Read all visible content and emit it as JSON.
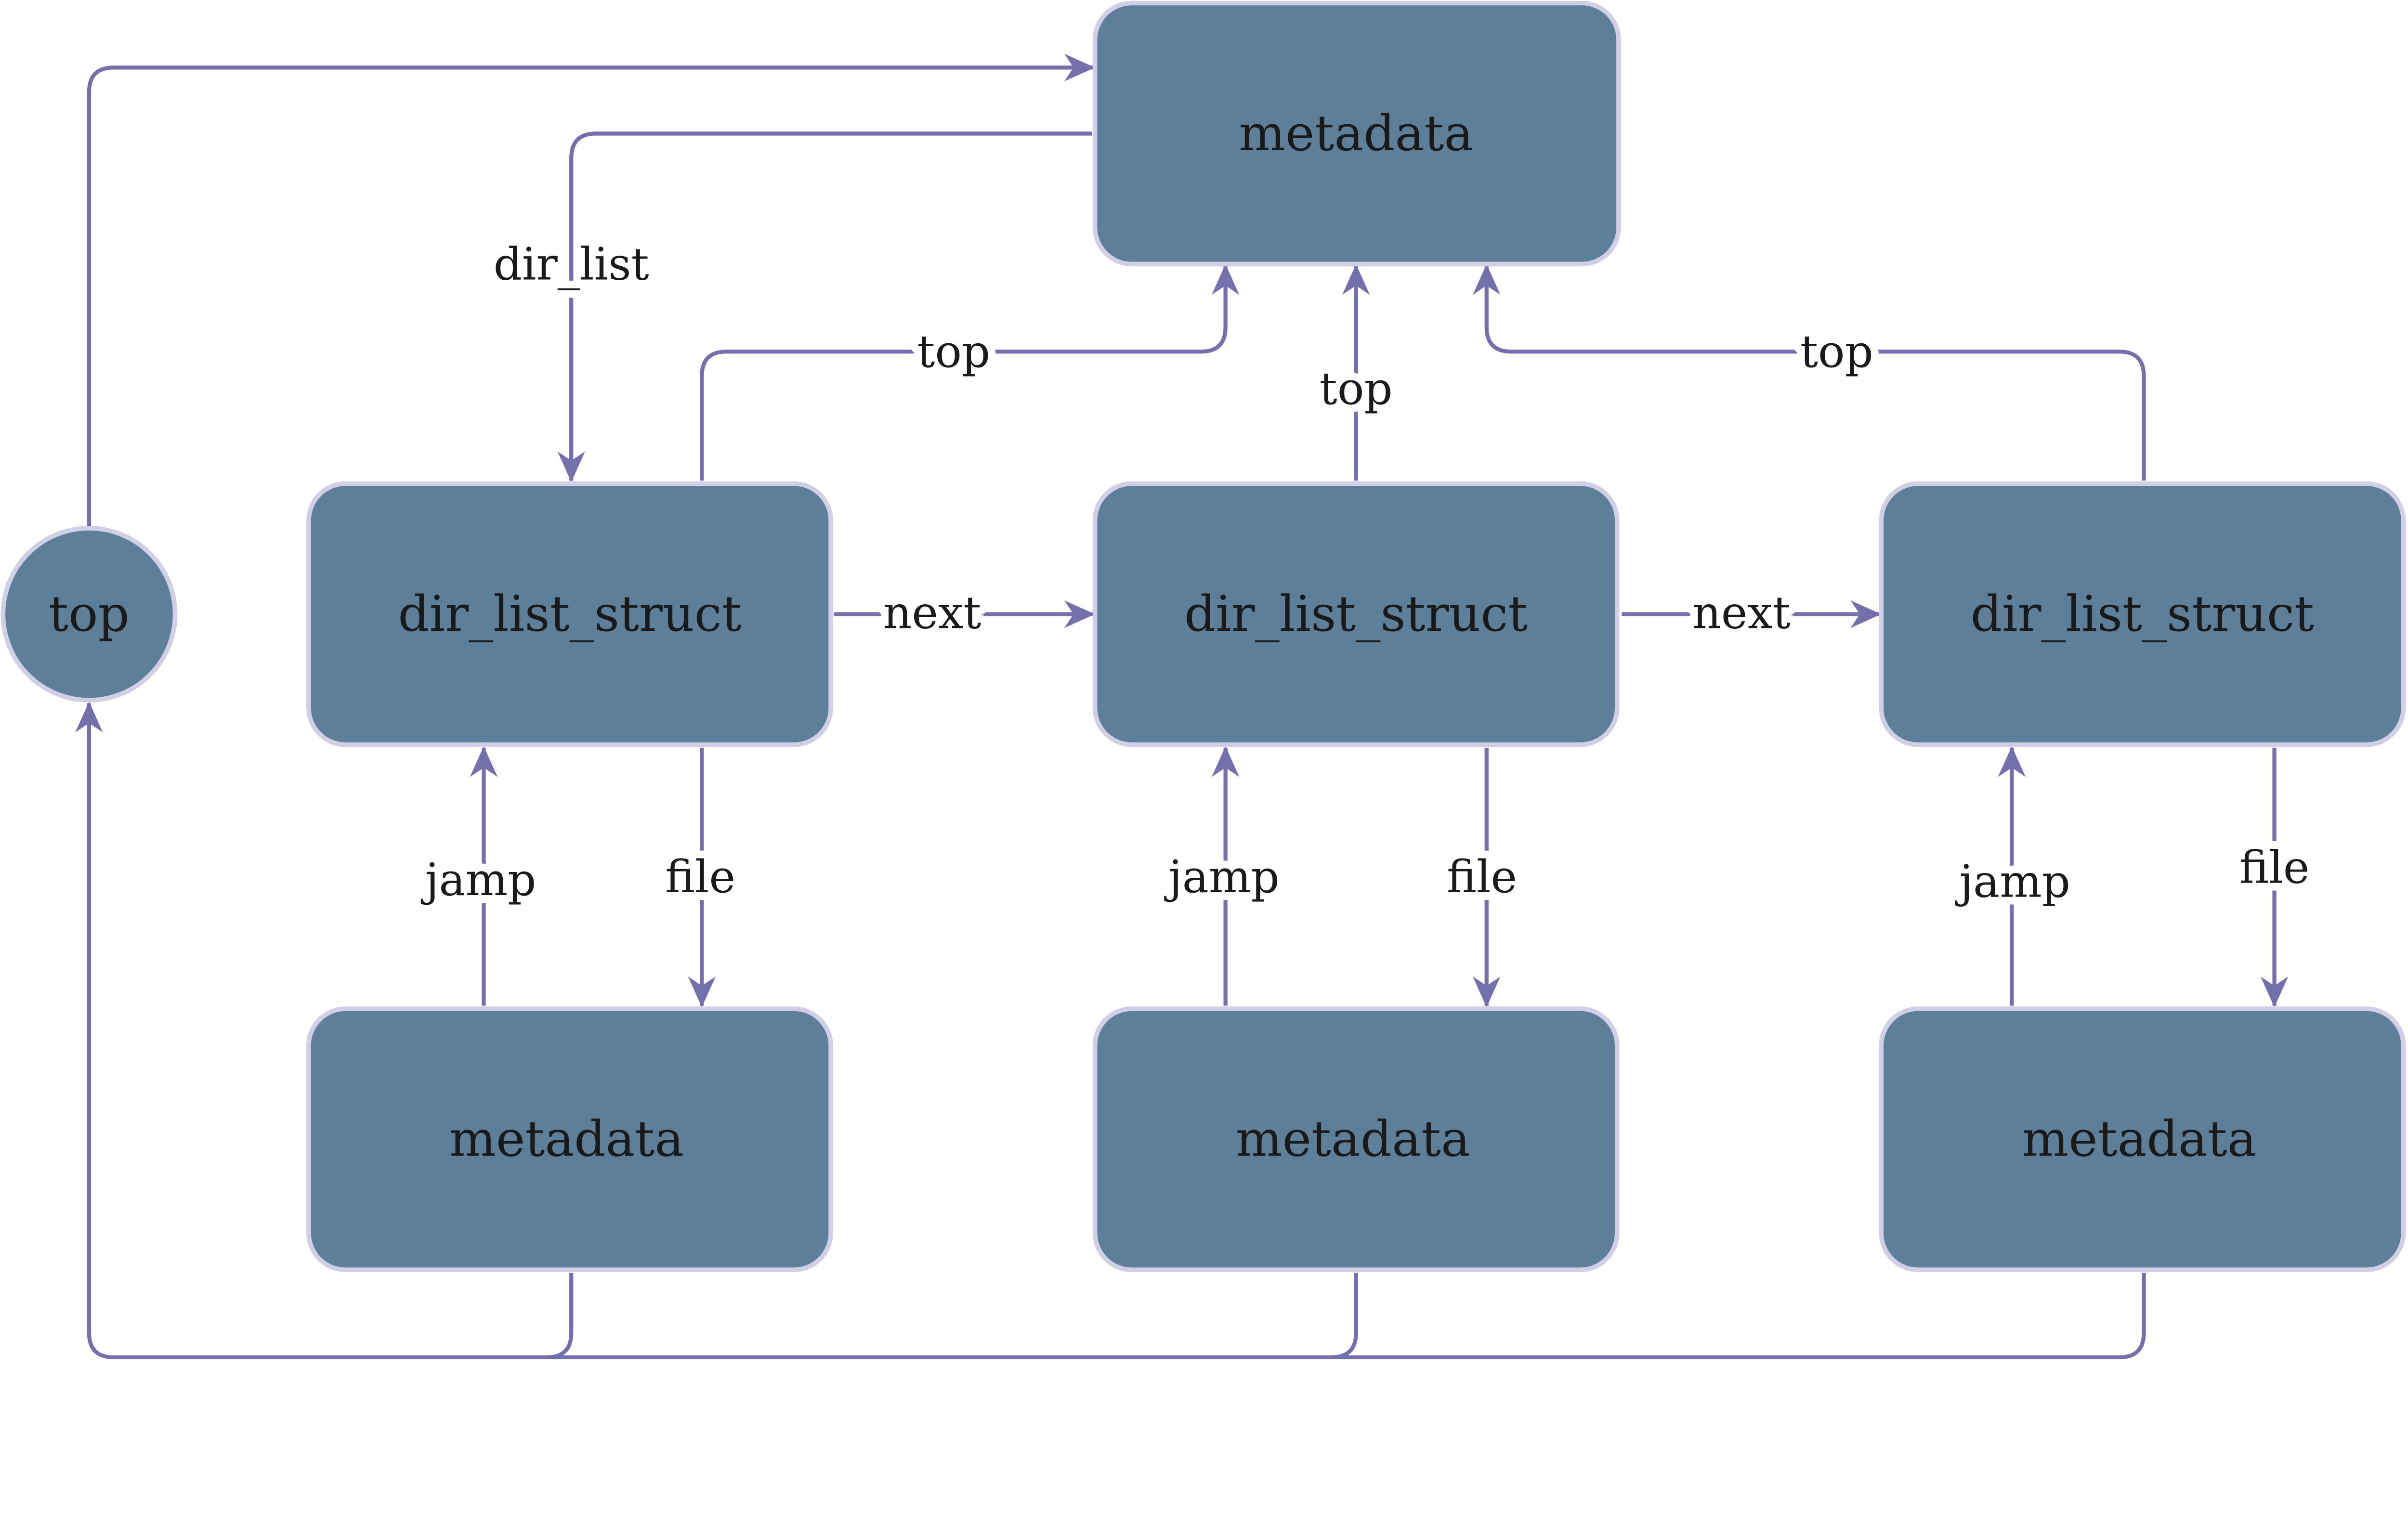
{
  "colors": {
    "node_fill": "#5d7f99",
    "node_border": "#d0cfe5",
    "edge": "#7570ac",
    "text": "#1a1a1a"
  },
  "nodes": {
    "top_metadata": "metadata",
    "top_circle": "top",
    "dir1": "dir_list_struct",
    "dir2": "dir_list_struct",
    "dir3": "dir_list_struct",
    "meta1": "metadata",
    "meta2": "metadata",
    "meta3": "metadata"
  },
  "edge_labels": {
    "dir_list": "dir_list",
    "top1": "top",
    "top2": "top",
    "top3": "top",
    "next1": "next",
    "next2": "next",
    "jamp1": "jamp",
    "jamp2": "jamp",
    "jamp3": "jamp",
    "file1": "file",
    "file2": "file",
    "file3": "file"
  }
}
